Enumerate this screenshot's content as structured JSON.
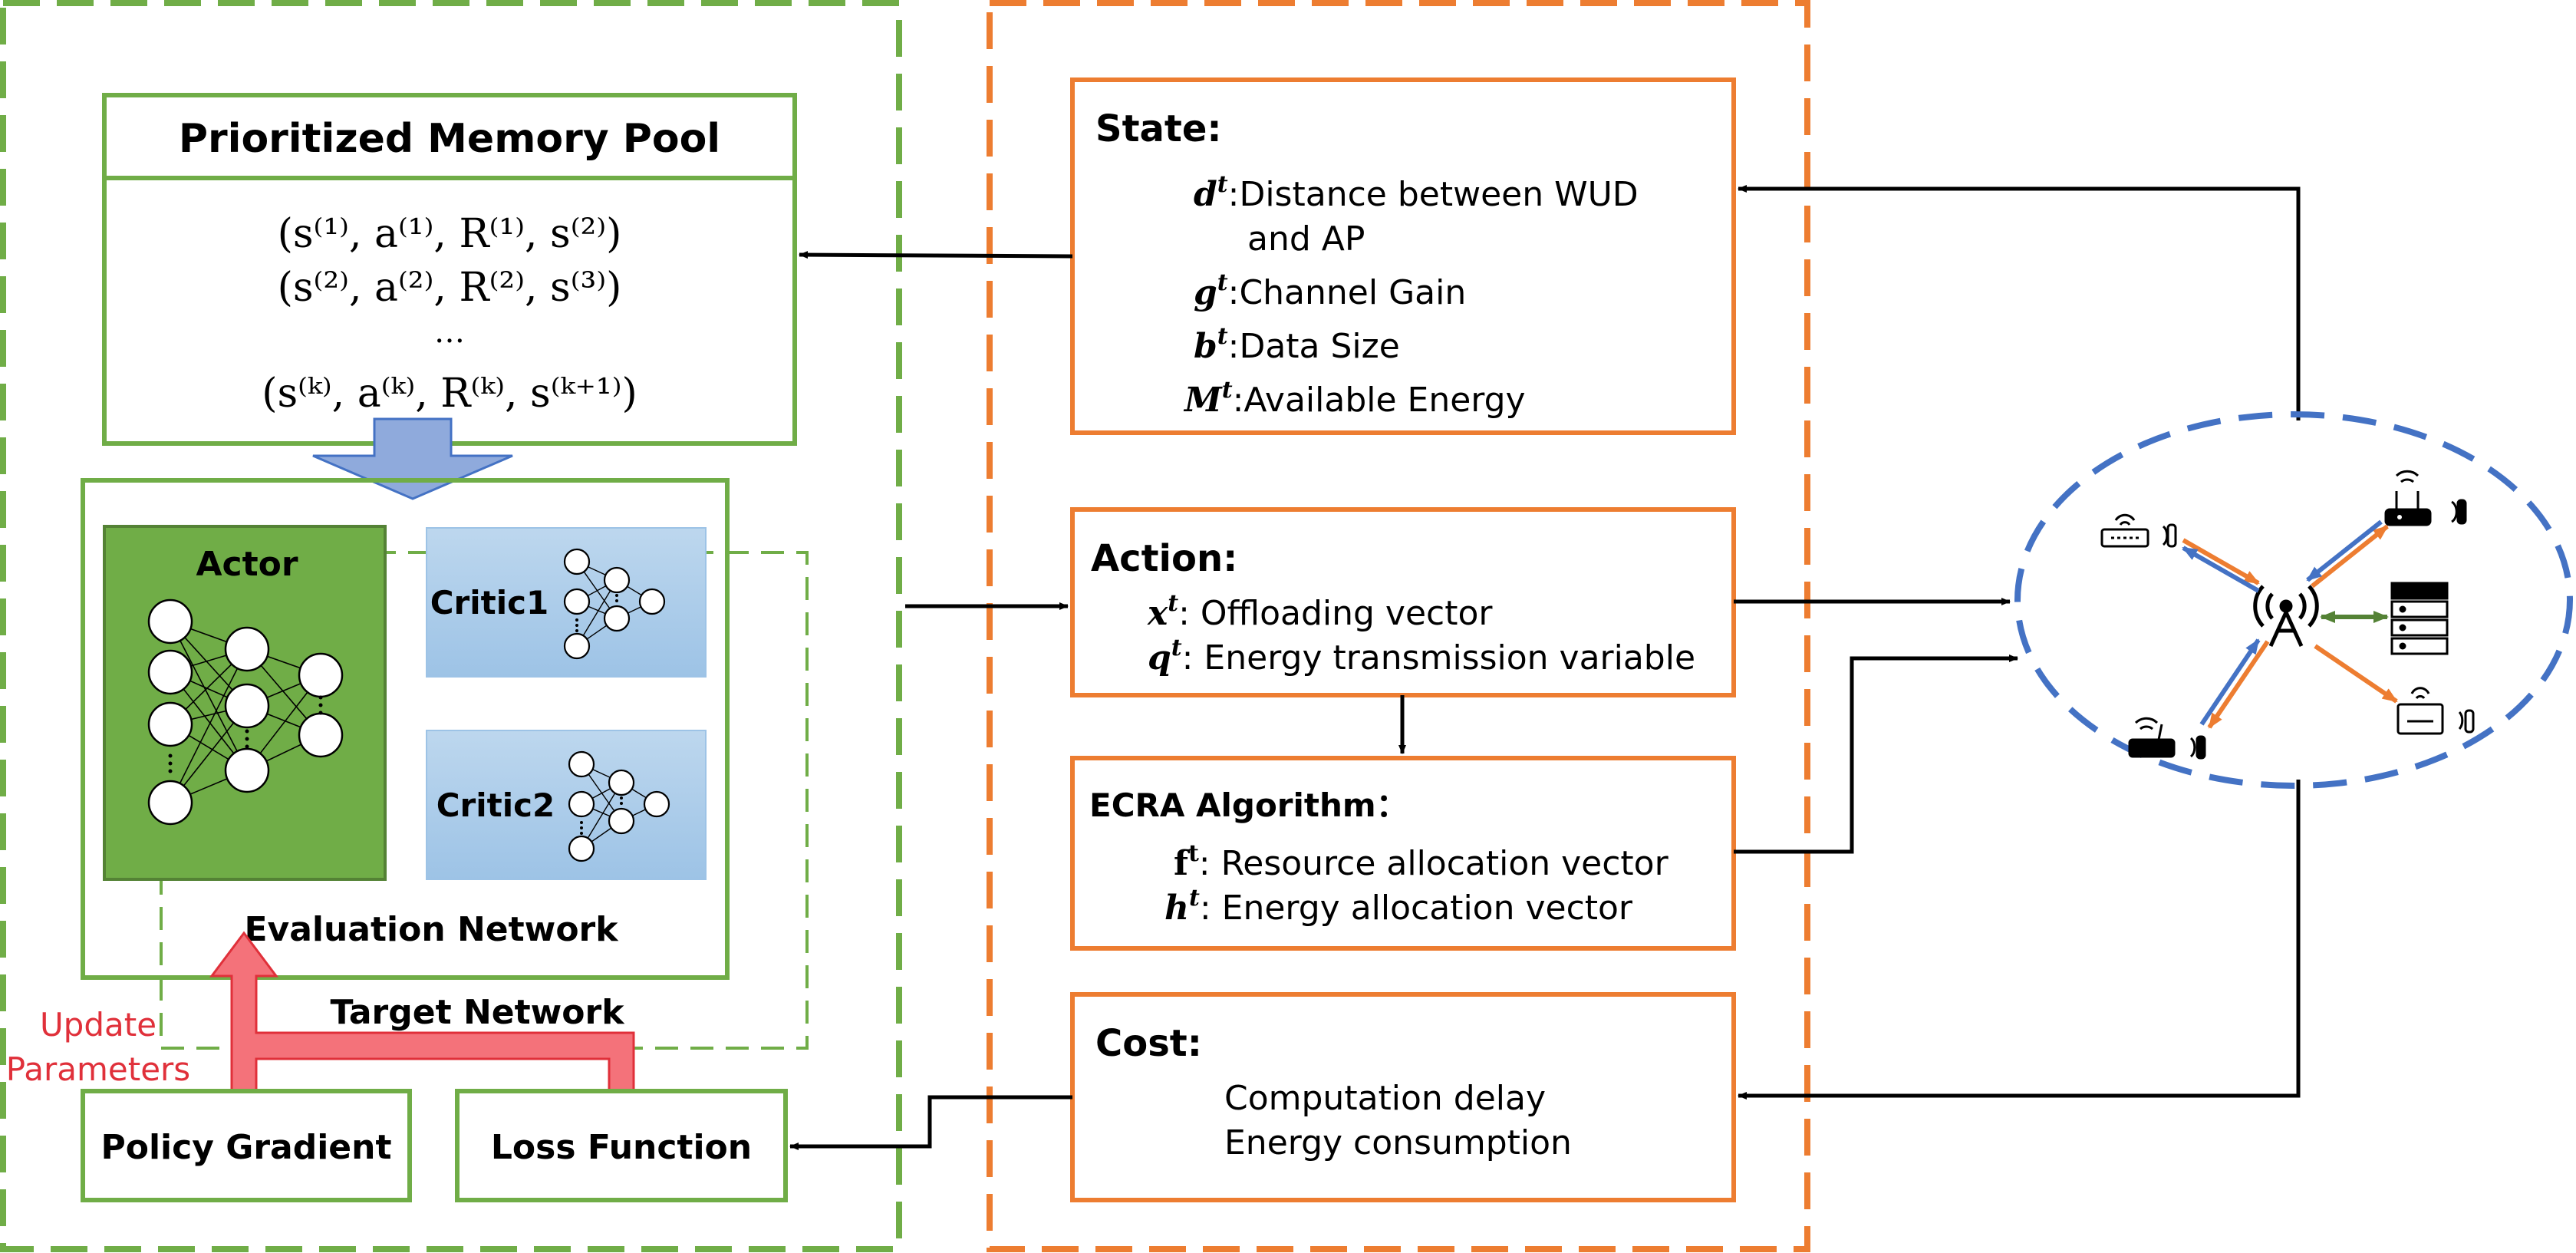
{
  "memory_pool": {
    "title": "Prioritized Memory Pool",
    "rows": [
      "(s⁽¹⁾, a⁽¹⁾, R⁽¹⁾, s⁽²⁾)",
      "(s⁽²⁾, a⁽²⁾, R⁽²⁾, s⁽³⁾)",
      "…",
      "(s⁽ᵏ⁾, a⁽ᵏ⁾, R⁽ᵏ⁾, s⁽ᵏ⁺¹⁾)"
    ]
  },
  "networks": {
    "actor": "Actor",
    "critic1": "Critic1",
    "critic2": "Critic2",
    "evaluation": "Evaluation Network",
    "target": "Target Network"
  },
  "update": {
    "line1": "Update",
    "line2": "Parameters"
  },
  "bottom": {
    "policy_gradient": "Policy Gradient",
    "loss_function": "Loss Function"
  },
  "state": {
    "title": "State:",
    "items": [
      {
        "sym": "d",
        "sup": "t",
        "text": ":Distance between WUD"
      },
      {
        "sym": "",
        "sup": "",
        "text": "and AP"
      },
      {
        "sym": "g",
        "sup": "t",
        "text": ":Channel Gain"
      },
      {
        "sym": "b",
        "sup": "t",
        "text": ":Data Size"
      },
      {
        "sym": "M",
        "sup": "t",
        "text": ":Available Energy"
      }
    ]
  },
  "action": {
    "title": "Action:",
    "items": [
      {
        "sym": "x",
        "sup": "t",
        "text": ": Offloading vector"
      },
      {
        "sym": "q",
        "sup": "t",
        "text": ": Energy transmission variable"
      }
    ]
  },
  "ecra": {
    "title": "ECRA Algorithm：",
    "items": [
      {
        "sym": "f",
        "sup": "t",
        "text": ": Resource allocation vector"
      },
      {
        "sym": "h",
        "sup": "t",
        "text": ": Energy allocation vector"
      }
    ]
  },
  "cost": {
    "title": "Cost:",
    "items": [
      "Computation delay",
      "Energy consumption"
    ]
  },
  "colors": {
    "green": "#70AD47",
    "actor_fill": "#70AD47",
    "orange": "#ED7D31",
    "blue": "#4472C4",
    "critic_fill": "#9DC3E6",
    "red": "#F4727A",
    "red_text": "#E0303A",
    "arrow": "#000000"
  },
  "icons": [
    "router-icon",
    "wifi-router-icon",
    "server-icon",
    "base-station-antenna-icon",
    "access-point-icon"
  ]
}
